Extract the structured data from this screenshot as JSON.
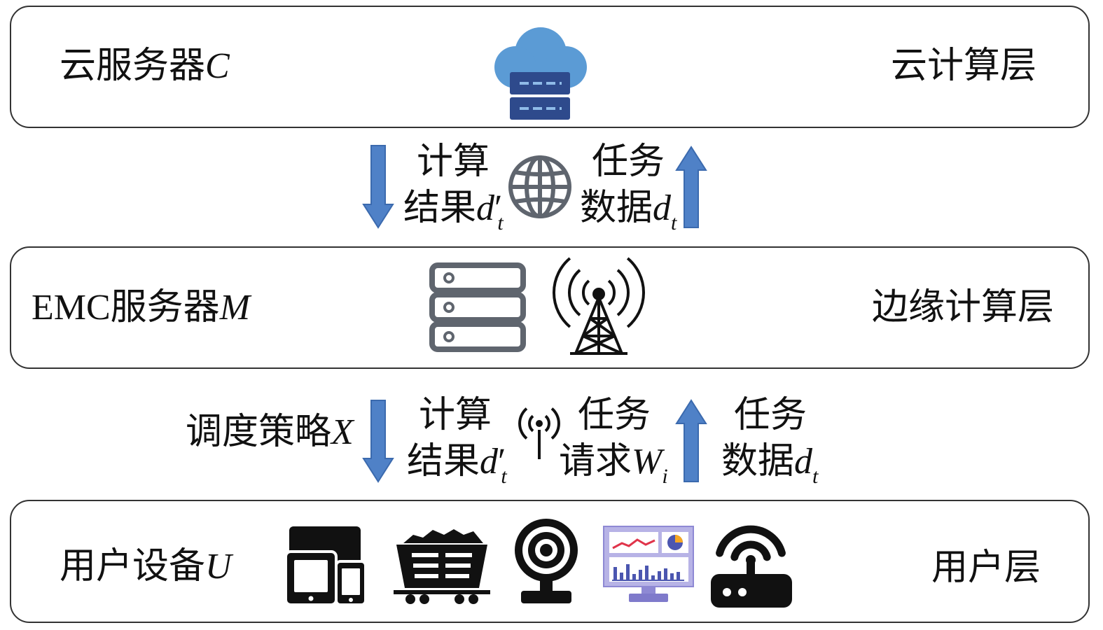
{
  "layers": {
    "cloud": {
      "device": "云服务器",
      "symbol": "C",
      "label": "云计算层"
    },
    "edge": {
      "device": "EMC服务器",
      "symbol": "M",
      "label": "边缘计算层"
    },
    "user": {
      "device": "用户设备",
      "symbol": "U",
      "label": "用户层"
    }
  },
  "cloud_edge_links": {
    "down": {
      "line1": "计算",
      "line2": "结果",
      "var": "d",
      "prime": "′",
      "sub": "t"
    },
    "up": {
      "line1": "任务",
      "line2": "数据",
      "var": "d",
      "sub": "t"
    }
  },
  "edge_user_links": {
    "strategy": {
      "text": "调度策略",
      "var": "X"
    },
    "down": {
      "line1": "计算",
      "line2": "结果",
      "var": "d",
      "prime": "′",
      "sub": "t"
    },
    "request": {
      "line1": "任务",
      "line2": "请求",
      "var": "W",
      "sub": "i"
    },
    "up": {
      "line1": "任务",
      "line2": "数据",
      "var": "d",
      "sub": "t"
    }
  },
  "icons": {
    "cloud": "cloud-server-icon",
    "link": "globe-icon",
    "edge_server": "server-rack-icon",
    "edge_tower": "cell-tower-icon",
    "wireless": "wireless-antenna-icon",
    "user_devices": [
      "mobile-devices-icon",
      "mine-cart-icon",
      "webcam-icon",
      "dashboard-monitor-icon",
      "router-icon"
    ]
  },
  "colors": {
    "border": "#333333",
    "arrow": "#4f81c7",
    "arrow_outline": "#3b6aae",
    "cloud": "#5b9bd5",
    "cloud_server": "#2e4a8c",
    "server_stripe": "#8fbbe8",
    "icon_gray": "#5f656e",
    "icon_black": "#111111",
    "monitor_frame": "#b7b3e6",
    "monitor_accent": "#4b56b0",
    "chart_red": "#e0344a",
    "pie_orange": "#f5a623"
  }
}
